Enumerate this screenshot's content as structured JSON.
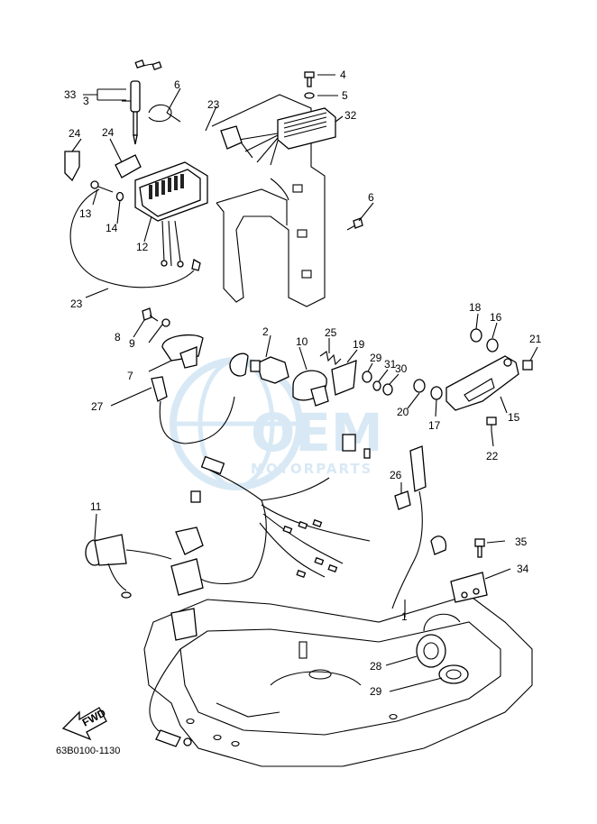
{
  "diagram_code": "63B0100-1130",
  "direction_label": "FWD",
  "watermark": {
    "brand": "OEM",
    "sub": "MOTORPARTS",
    "color": "#a9d0ea"
  },
  "part_labels": [
    "1",
    "2",
    "3",
    "4",
    "5",
    "6",
    "6",
    "7",
    "8",
    "9",
    "10",
    "11",
    "12",
    "13",
    "14",
    "15",
    "16",
    "17",
    "18",
    "19",
    "20",
    "21",
    "22",
    "23",
    "23",
    "24",
    "24",
    "25",
    "26",
    "27",
    "28",
    "29",
    "29",
    "30",
    "31",
    "32",
    "33",
    "34",
    "35"
  ]
}
